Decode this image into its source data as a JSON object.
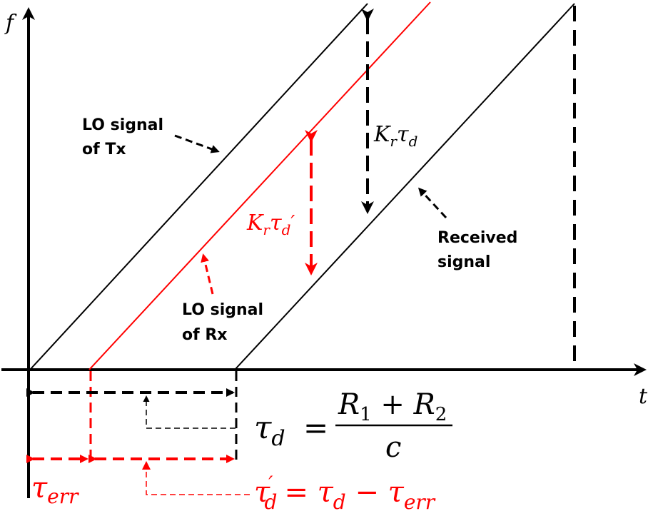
{
  "axes": {
    "x_label": "t",
    "y_label": "f"
  },
  "signals": {
    "tx_lo_line1": "LO signal",
    "tx_lo_line2": "of Tx",
    "rx_lo_line1": "LO signal",
    "rx_lo_line2": "of Rx",
    "received_line1": "Received",
    "received_line2": "signal"
  },
  "annotations": {
    "kr": "K",
    "kr_sub": "r",
    "tau": "τ",
    "tau_sub": "d",
    "prime": "′"
  },
  "equations": {
    "tau_d_lhs": "τ",
    "tau_d_lhs_sub": "d",
    "equals": "=",
    "numerator": "R",
    "num_sub1": "1",
    "plus": " + R",
    "num_sub2": "2",
    "denominator": "c",
    "tau_err": "τ",
    "tau_err_sub": "err",
    "tau_d_prime_lhs": "τ",
    "tau_d_prime_sup": "′",
    "tau_d_prime_sub": "d",
    "tau_d_prime_rhs_a": "= τ",
    "tau_d_prime_rhs_a_sub": "d",
    "tau_d_prime_rhs_b": " − τ",
    "tau_d_prime_rhs_b_sub": "err"
  },
  "colors": {
    "black": "#000000",
    "red": "#ff0000"
  }
}
